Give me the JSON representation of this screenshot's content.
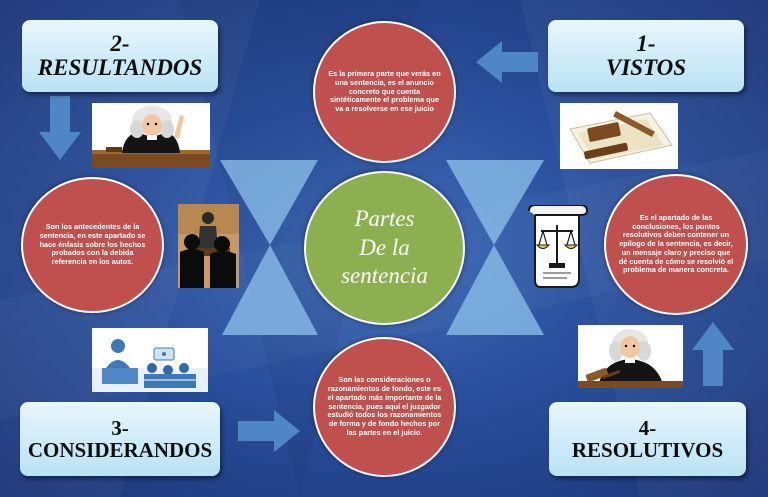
{
  "colors": {
    "background": "#2a4f9c",
    "label_box": "#cdeaf7",
    "red_circle": "#c0504d",
    "center_circle": "#8cb04f",
    "arrow": "#4f86c6"
  },
  "center": {
    "line1": "Partes",
    "line2": "De la",
    "line3": "sentencia"
  },
  "sections": {
    "vistos": {
      "number": "1-",
      "title": "VISTOS",
      "text": "Es la primera parte que verás en una sentencia, es el anuncio concreto que cuenta sintéticamente el problema que va a resolverse en ese juicio",
      "image": "gavel-icon"
    },
    "resultandos": {
      "number": "2-",
      "title": "RESULTANDOS",
      "text": "Son los antecedentes de la sentencia, en este apartado se hace énfasis sobre los hechos probados con la debida referencia en los autos.",
      "image": "judge-icon"
    },
    "considerandos": {
      "number": "3-",
      "title": "CONSIDERANDOS",
      "text": "Son las consideraciones o razonamientos de fondo, este es el apartado más importante de la sentencia, pues aquí el juzgador estudió todos los razonamientos de forma y de fondo hechos por las partes en el juicio.",
      "image": "courtroom-icon"
    },
    "resolutivos": {
      "number": "4-",
      "title": "RESOLUTIVOS",
      "text": "Es el apartado de las conclusiones, los puntos resolutivos deben contener un epílogo de la sentencia, es decir, un mensaje claro y preciso que dé cuenta de cómo se resolvió el problema de manera concreta.",
      "image": "judge-gavel-icon"
    }
  },
  "extra_images": [
    "lawyer-silhouette-icon",
    "scales-scroll-icon"
  ]
}
